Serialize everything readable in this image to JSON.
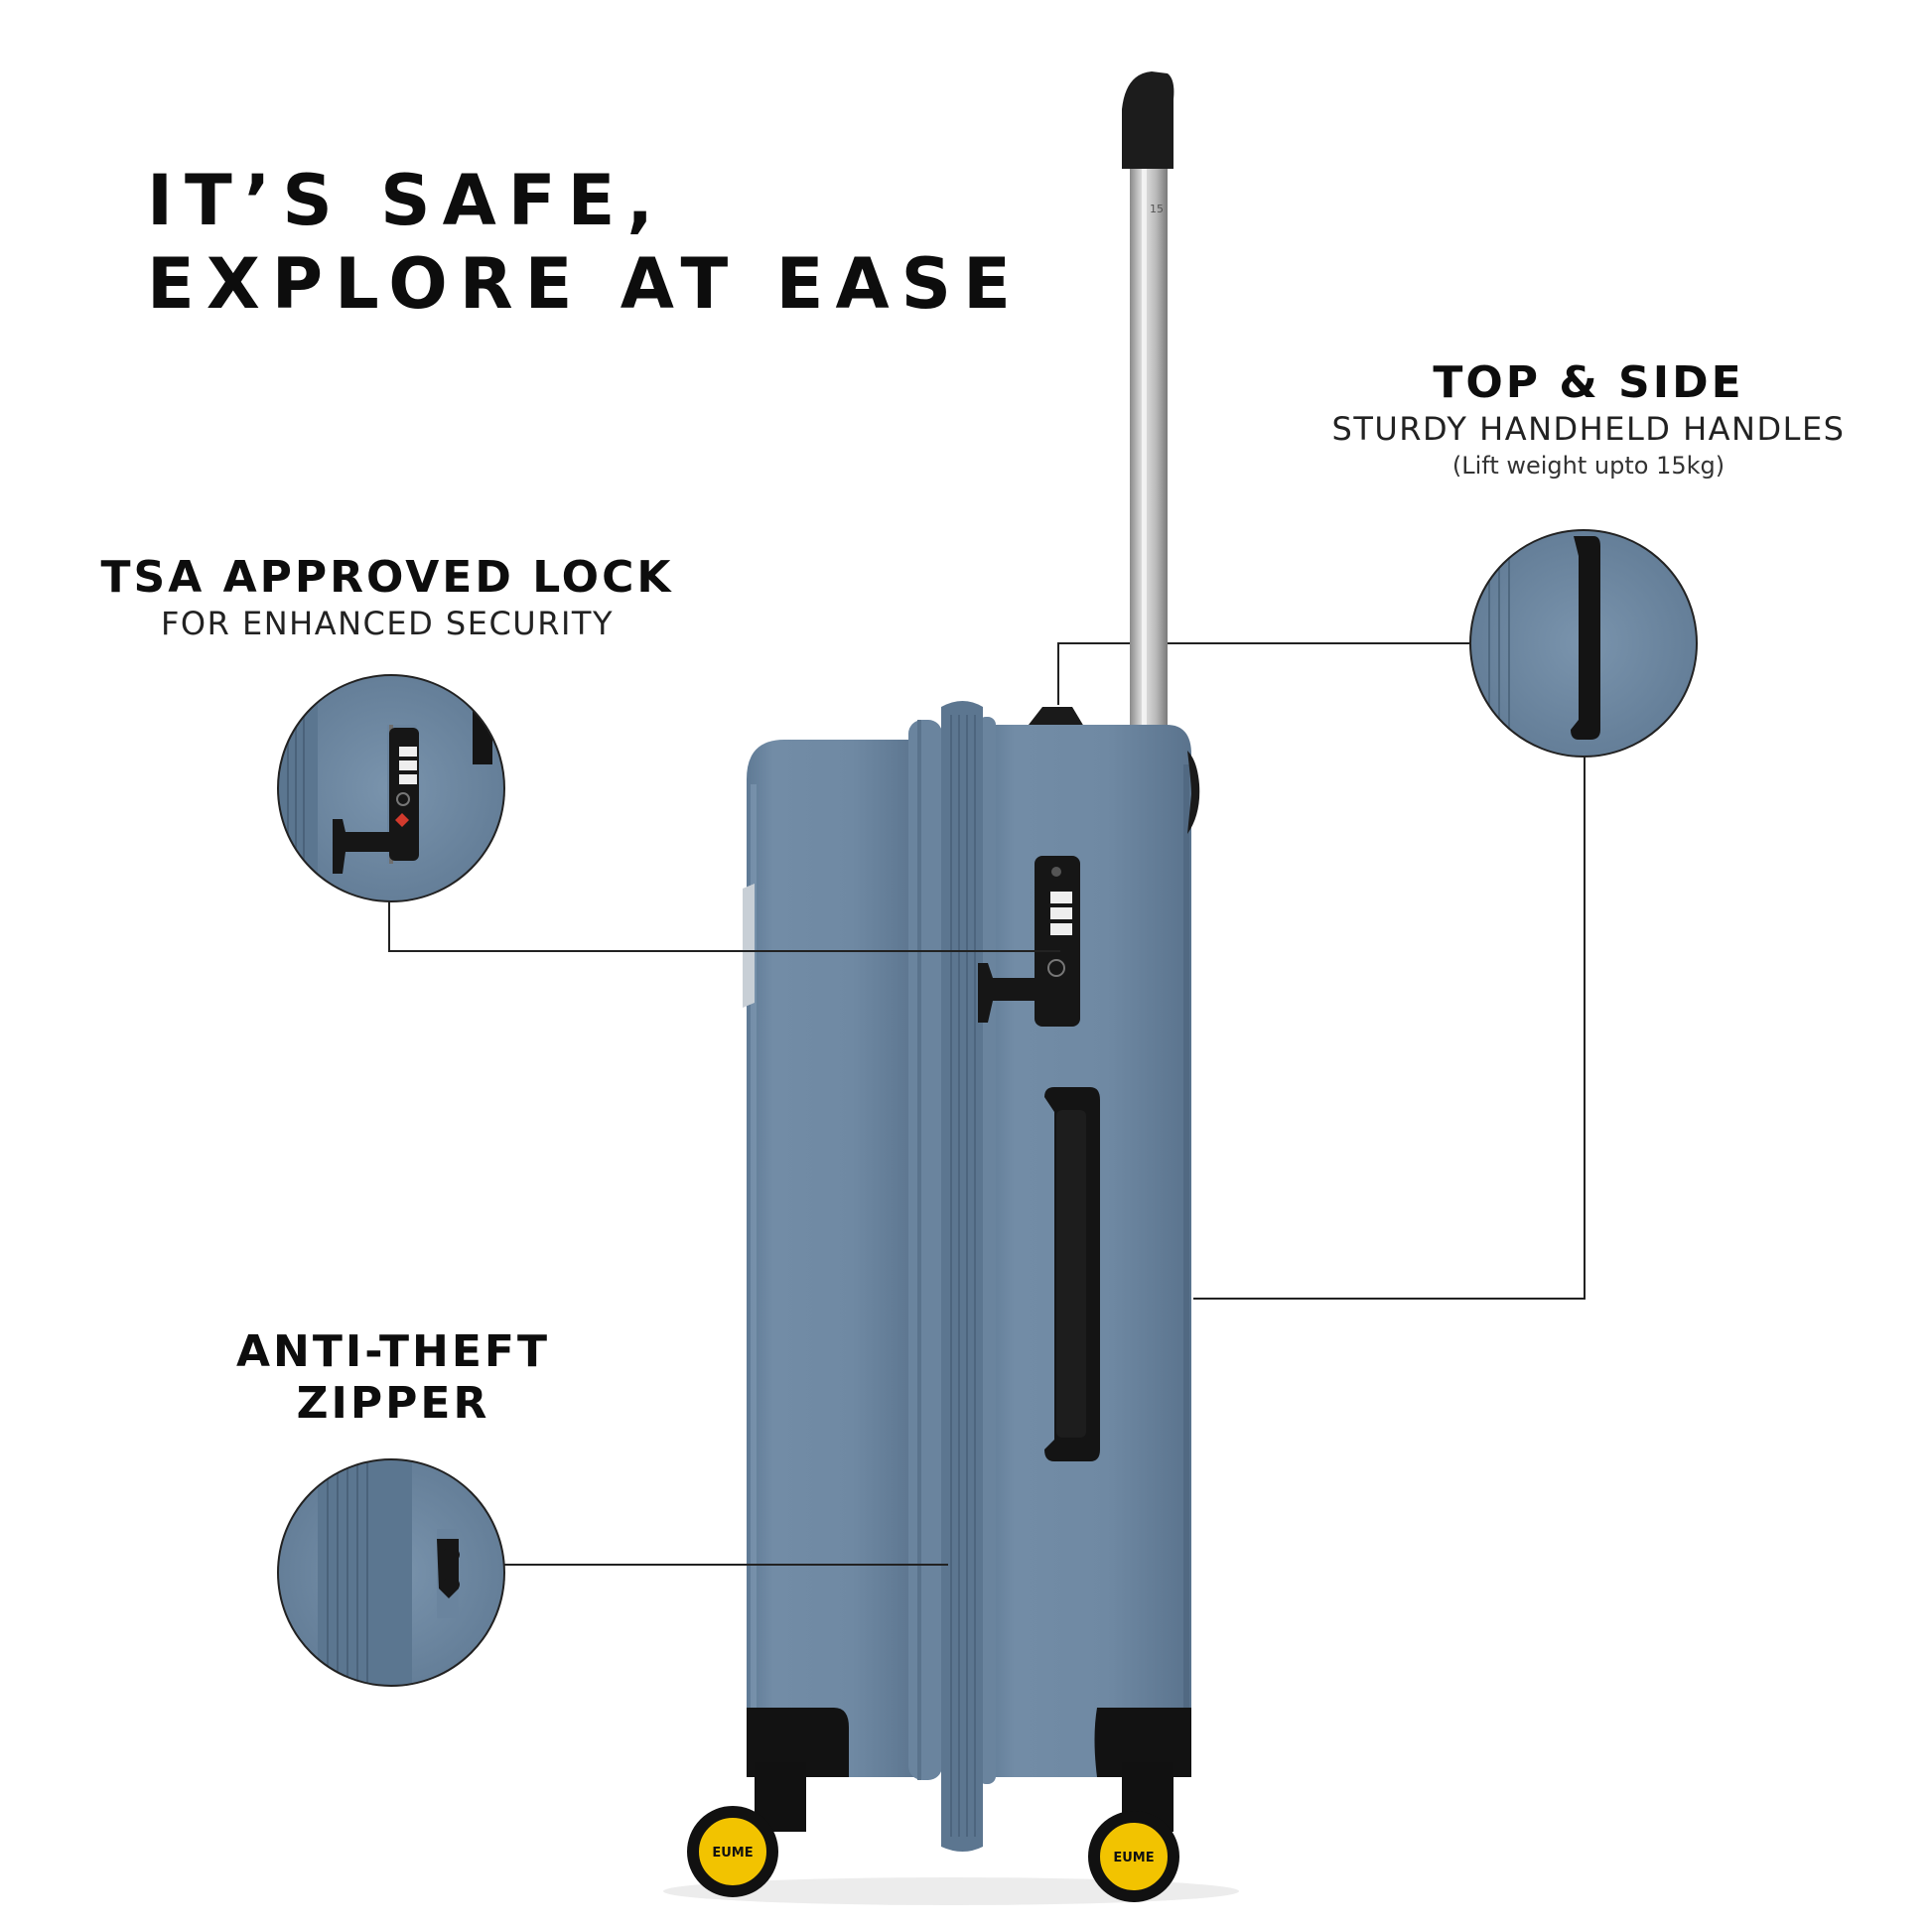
{
  "headline": {
    "line1": "IT’S SAFE,",
    "line2": "EXPLORE AT EASE"
  },
  "features": {
    "handles": {
      "title": "TOP & SIDE",
      "subtitle": "STURDY HANDHELD HANDLES",
      "note": "(Lift weight upto 15kg)"
    },
    "lock": {
      "title": "TSA APPROVED LOCK",
      "subtitle": "FOR ENHANCED SECURITY"
    },
    "zipper": {
      "title_line1": "ANTI-THEFT",
      "title_line2": "ZIPPER"
    }
  },
  "wheel_brand": "EUME",
  "colors": {
    "shell": "#6d88a3",
    "shell_dark": "#58728c",
    "wheel": "#f2c300",
    "handle": "#141414",
    "background": "#ffffff"
  }
}
